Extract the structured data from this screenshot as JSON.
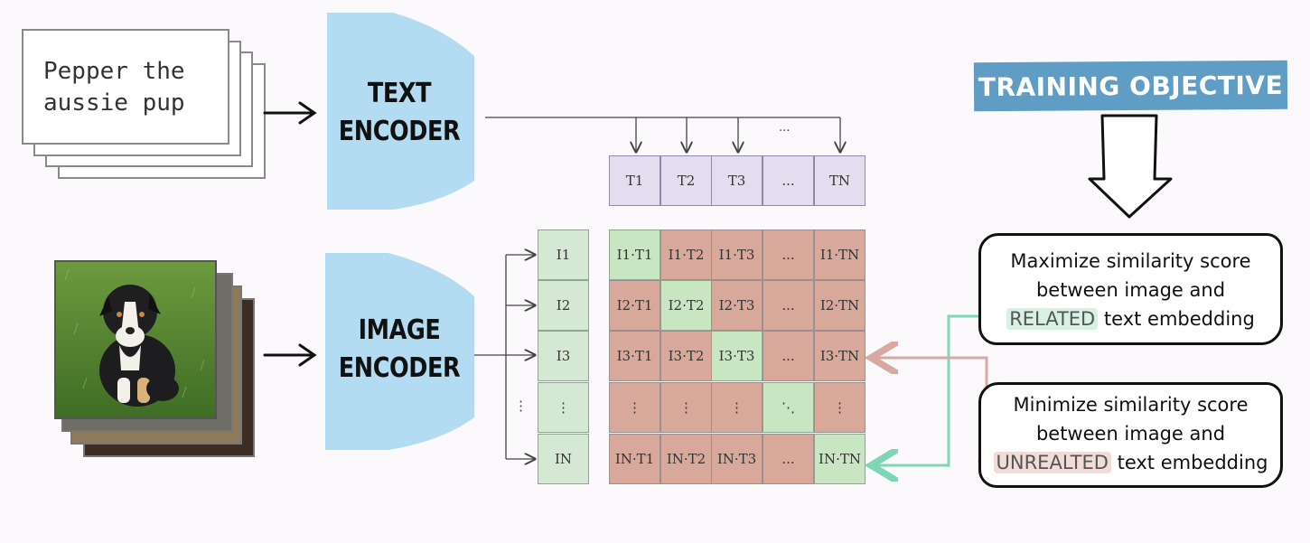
{
  "caption": {
    "text": "Pepper the\naussie pup"
  },
  "text_encoder": {
    "line1": "TEXT",
    "line2": "ENCODER"
  },
  "image_encoder": {
    "line1": "IMAGE",
    "line2": "ENCODER"
  },
  "text_embeddings": [
    "T1",
    "T2",
    "T3",
    "...",
    "TN"
  ],
  "image_embeddings": [
    "I1",
    "I2",
    "I3",
    "⋮",
    "IN"
  ],
  "matrix": [
    [
      "I1·T1",
      "I1·T2",
      "I1·T3",
      "...",
      "I1·TN"
    ],
    [
      "I2·T1",
      "I2·T2",
      "I2·T3",
      "...",
      "I2·TN"
    ],
    [
      "I3·T1",
      "I3·T2",
      "I3·T3",
      "...",
      "I3·TN"
    ],
    [
      "⋮",
      "⋮",
      "⋮",
      "⋱",
      "⋮"
    ],
    [
      "IN·T1",
      "IN·T2",
      "IN·T3",
      "...",
      "IN·TN"
    ]
  ],
  "ellipsis_top": "...",
  "ellipsis_left": "⋮",
  "objective": {
    "title": "TRAINING OBJECTIVE"
  },
  "maximize": {
    "line1": "Maximize similarity score",
    "line2": "between image and",
    "highlight": "RELATED",
    "tail": " text embedding"
  },
  "minimize": {
    "line1": "Minimize similarity score",
    "line2": "between image and",
    "highlight": "UNREALTED",
    "tail": " text embedding"
  },
  "colors": {
    "encoder": "#b3dcf2",
    "positive": "#c8e6c2",
    "negative": "#d8a99b",
    "text_emb": "#e3ddef",
    "image_emb": "#d5e8d4",
    "banner": "#5f9dc5",
    "green_arrow": "#7fd6b4",
    "red_arrow": "#d9a8a3"
  }
}
